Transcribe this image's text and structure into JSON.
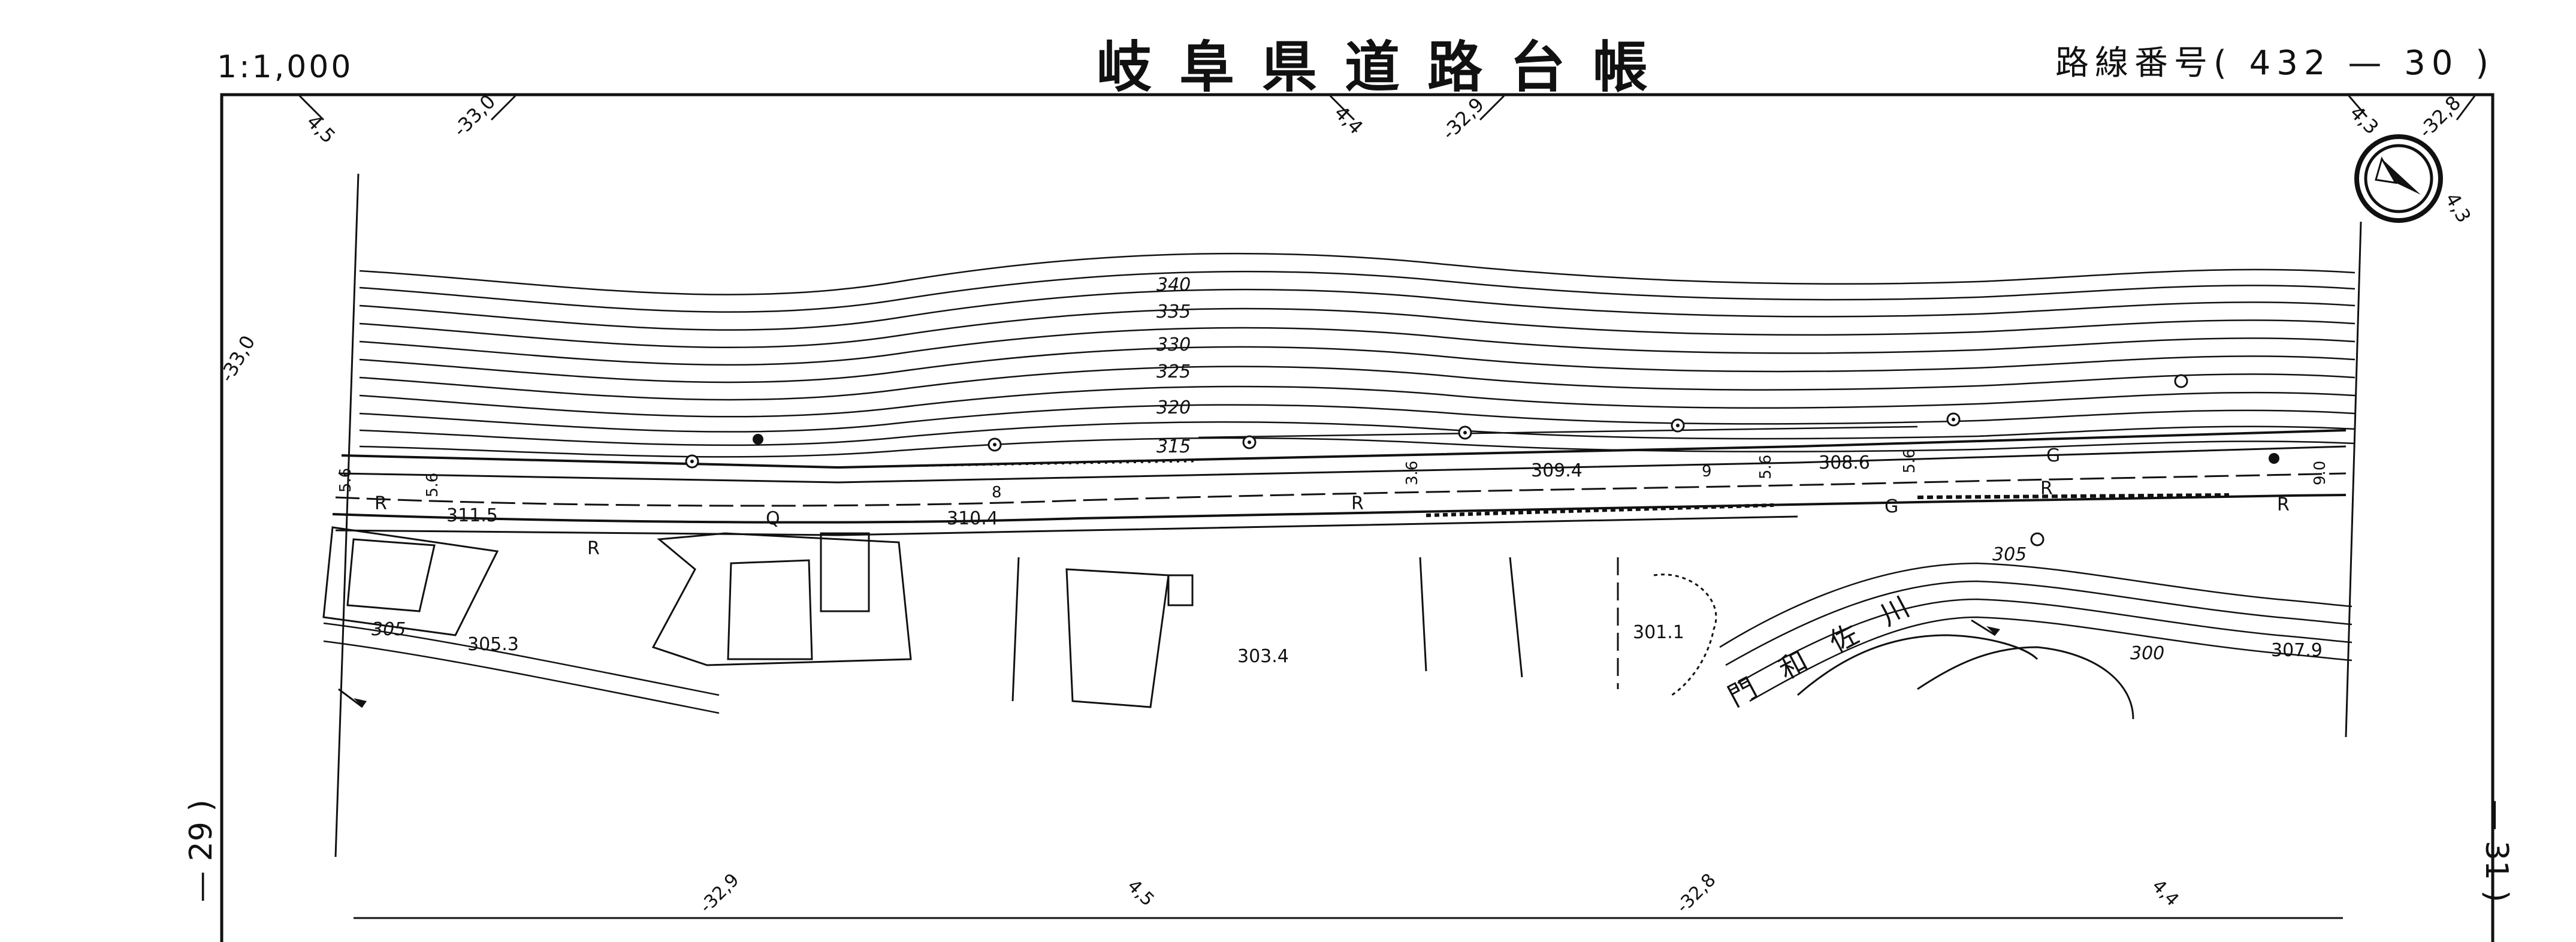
{
  "header": {
    "scale": "1:1,000",
    "title": "岐阜県道路台帳",
    "route_label": "路線番号(",
    "route_no": "432",
    "route_sep": "—",
    "route_sheet": "30",
    "route_close": ")"
  },
  "adjacent": {
    "left": "29",
    "right": "31"
  },
  "grid_ticks": {
    "top": [
      "4,5",
      "-33,0",
      "4,4",
      "-32,9",
      "4,3",
      "-32,8"
    ],
    "right": "4,3",
    "left": "-33,0",
    "bottom": [
      "-32,9",
      "4,5",
      "-32,8",
      "4,4"
    ]
  },
  "contours": [
    "340",
    "335",
    "330",
    "325",
    "320",
    "315",
    "305",
    "300",
    "305"
  ],
  "elevations": [
    "309.4",
    "308.6",
    "311.5",
    "310.4",
    "305.3",
    "303.4",
    "301.1",
    "307.9"
  ],
  "road_labels": [
    "R",
    "R",
    "R",
    "R",
    "R",
    "G",
    "G",
    "Q",
    "G"
  ],
  "widths": [
    "5.6",
    "5.6",
    "3.6",
    "5.6",
    "9",
    "5.6",
    "9.0",
    "8"
  ],
  "river_name": "門和佐川",
  "colors": {
    "ink": "#111111",
    "paper": "#ffffff"
  },
  "icons": [
    "north-arrow-icon",
    "manhole-icon",
    "pole-icon",
    "flow-arrow-icon"
  ]
}
